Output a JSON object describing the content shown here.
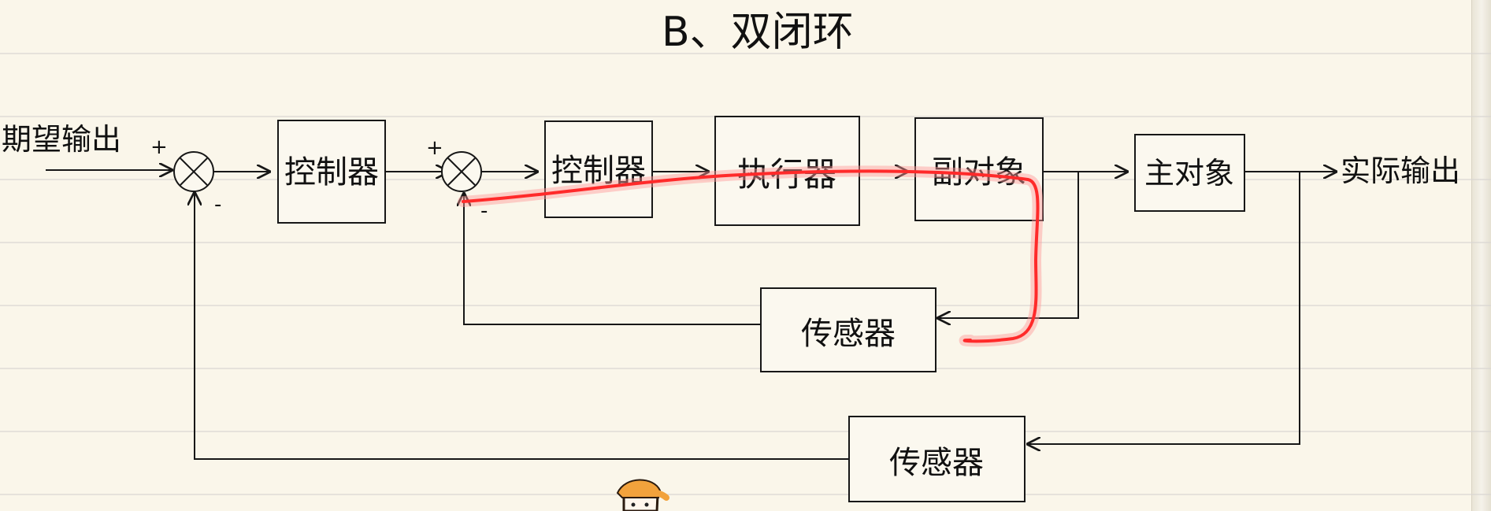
{
  "title": "B、双闭环",
  "labels": {
    "desired_output": "期望输出",
    "actual_output": "实际输出"
  },
  "blocks": {
    "outer_controller": "控制器",
    "inner_controller": "控制器",
    "actuator": "执行器",
    "secondary_object": "副对象",
    "main_object": "主对象",
    "inner_sensor": "传感器",
    "outer_sensor": "传感器"
  },
  "signs": {
    "outer_plus": "+",
    "outer_minus": "-",
    "inner_plus": "+",
    "inner_minus": "-"
  },
  "colors": {
    "background": "#faf6ea",
    "ink": "#171717",
    "highlight": "#ff2a2a"
  }
}
